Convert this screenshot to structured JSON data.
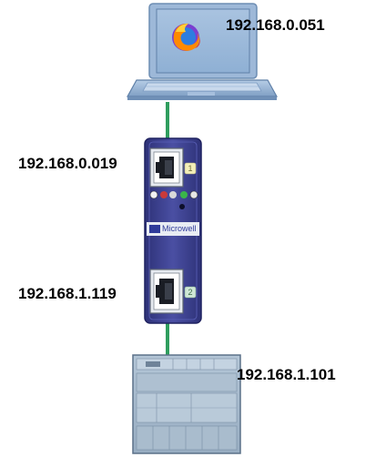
{
  "diagram": {
    "laptop": {
      "ip": "192.168.0.051",
      "browser_icon": "firefox-icon"
    },
    "gateway": {
      "brand": "Microwell",
      "port1": {
        "ip": "192.168.0.019",
        "number": "1"
      },
      "port2": {
        "ip": "192.168.1.119",
        "number": "2"
      }
    },
    "plc": {
      "ip": "192.168.1.101"
    },
    "colors": {
      "cable": "#2f9e5e",
      "gateway_body": "#3b3f8f",
      "laptop_frame": "#8aa9cc"
    }
  }
}
